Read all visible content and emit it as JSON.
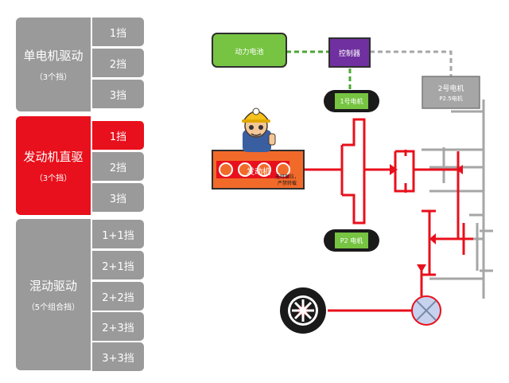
{
  "menu": {
    "modes": [
      {
        "title": "单电机驱动",
        "sub": "（3个挡）",
        "active": false
      },
      {
        "title": "发动机直驱",
        "sub": "（3个挡）",
        "active": true
      },
      {
        "title": "混动驱动",
        "sub": "（5个组合挡）",
        "active": false
      }
    ],
    "gears": [
      {
        "label": "1挡",
        "active": false
      },
      {
        "label": "2挡",
        "active": false
      },
      {
        "label": "3挡",
        "active": false
      },
      {
        "label": "1挡",
        "active": true
      },
      {
        "label": "2挡",
        "active": false
      },
      {
        "label": "3挡",
        "active": false
      },
      {
        "label": "1+1挡",
        "active": false
      },
      {
        "label": "2+1挡",
        "active": false
      },
      {
        "label": "2+2挡",
        "active": false
      },
      {
        "label": "2+3挡",
        "active": false
      },
      {
        "label": "3+3挡",
        "active": false
      }
    ]
  },
  "diagram": {
    "battery": "动力电池",
    "controller": "控制器",
    "motor1": "1号电机",
    "motor2_name": "2号电机",
    "motor2_sub": "P2.5电机",
    "p2_motor": "P2 电机",
    "engine": "发动机",
    "engine_note1": "无特斯拉，",
    "engine_note2": "严禁转载"
  },
  "colors": {
    "active_red": "#e8101c",
    "menu_grey": "#9a9a9a",
    "battery_green": "#76c442",
    "controller_purple": "#7030a0",
    "motor_dark": "#1a1a1a",
    "engine_orange": "#f26a2a",
    "shaft_grey": "#a6a6a6"
  }
}
